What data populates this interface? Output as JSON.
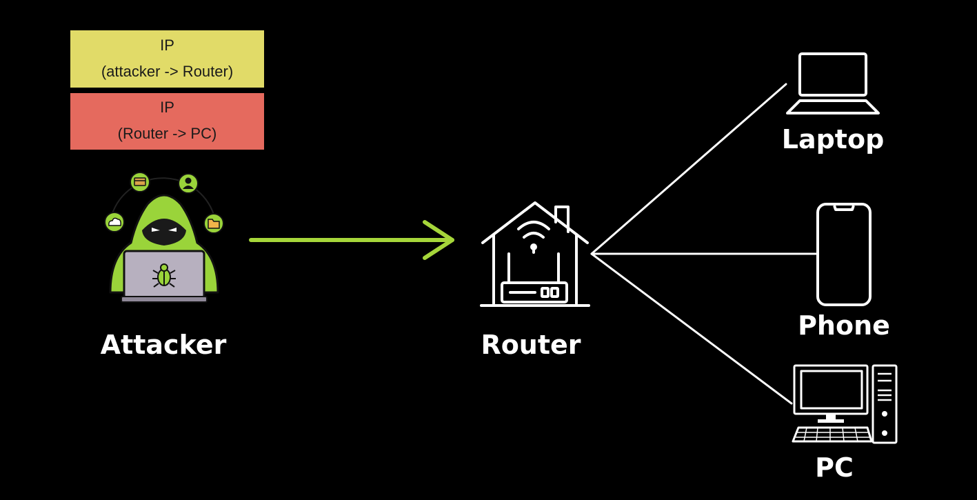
{
  "colors": {
    "background": "#000000",
    "outer_packet": "#e1db68",
    "inner_packet": "#e56a5e",
    "attacker_arrow": "#a6d63a",
    "attacker_green": "#9ad43a",
    "links": "#ffffff"
  },
  "packets": {
    "outer": {
      "line1": "IP",
      "line2": "(attacker -> Router)"
    },
    "inner": {
      "line1": "IP",
      "line2": "(Router -> PC)"
    }
  },
  "nodes": {
    "attacker": {
      "label": "Attacker",
      "icon": "hacker-icon"
    },
    "router": {
      "label": "Router",
      "icon": "wifi-router-house-icon"
    },
    "laptop": {
      "label": "Laptop",
      "icon": "laptop-icon"
    },
    "phone": {
      "label": "Phone",
      "icon": "phone-icon"
    },
    "pc": {
      "label": "PC",
      "icon": "desktop-pc-icon"
    }
  }
}
